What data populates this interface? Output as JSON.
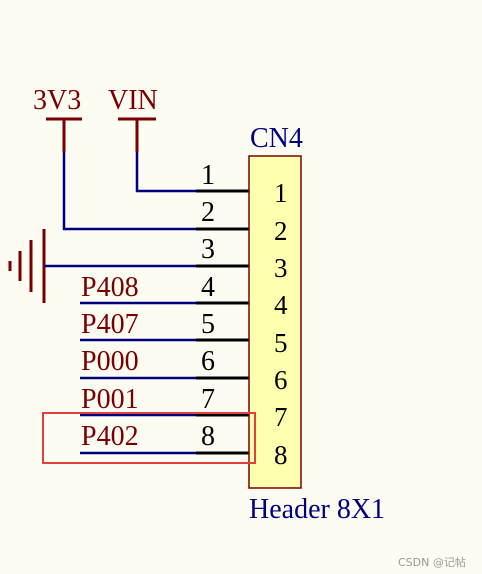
{
  "power": {
    "v3v3": "3V3",
    "vin": "VIN"
  },
  "connector": {
    "ref": "CN4",
    "part": "Header 8X1",
    "pins": [
      {
        "num": "1",
        "net": ""
      },
      {
        "num": "2",
        "net": ""
      },
      {
        "num": "3",
        "net": ""
      },
      {
        "num": "4",
        "net": "P408"
      },
      {
        "num": "5",
        "net": "P407"
      },
      {
        "num": "6",
        "net": "P000"
      },
      {
        "num": "7",
        "net": "P001"
      },
      {
        "num": "8",
        "net": "P402"
      }
    ]
  },
  "highlight": {
    "color": "#e04040"
  },
  "colors": {
    "wire": "#00007f",
    "net_label": "#7a0000",
    "body_fill": "#ffffb0"
  },
  "watermark": "CSDN @记帖"
}
